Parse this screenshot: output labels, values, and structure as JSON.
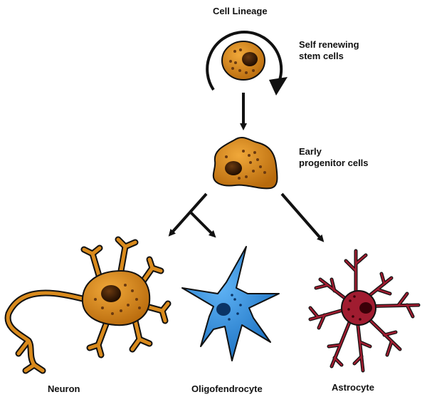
{
  "title": "Cell Lineage",
  "nodes": {
    "stem": {
      "label_line1": "Self renewing",
      "label_line2": "stem cells"
    },
    "progenitor": {
      "label_line1": "Early",
      "label_line2": "progenitor cells"
    },
    "neuron": {
      "label": "Neuron"
    },
    "oligodendrocyte": {
      "label": "Oligofendrocyte"
    },
    "astrocyte": {
      "label": "Astrocyte"
    }
  },
  "colors": {
    "orange_cell": "#d98a1c",
    "orange_dark": "#a8600a",
    "blue_cell": "#2f8fe0",
    "red_cell": "#a01c30",
    "outline": "#111111"
  }
}
